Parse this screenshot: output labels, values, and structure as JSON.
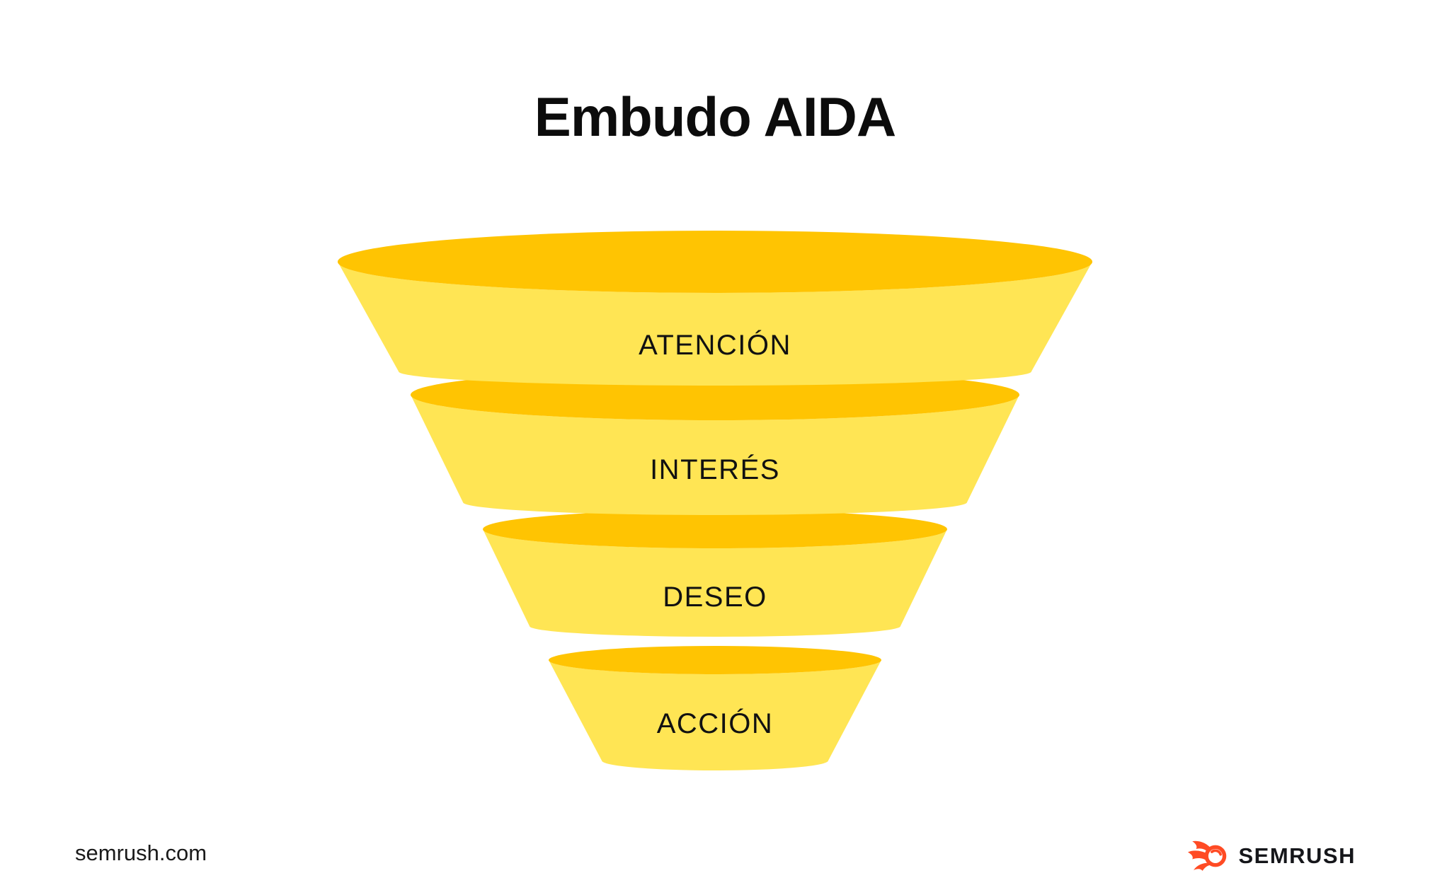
{
  "title": "Embudo AIDA",
  "funnel": {
    "stages": [
      {
        "label": "ATENCIÓN"
      },
      {
        "label": "INTERÉS"
      },
      {
        "label": "DESEO"
      },
      {
        "label": "ACCIÓN"
      }
    ],
    "color_dark": "#ffc402",
    "color_light": "#ffe554",
    "label_color": "#111111"
  },
  "footer": {
    "website": "semrush.com",
    "brand": "SEMRUSH",
    "brand_color": "#ff4b24",
    "brand_text_color": "#15161a"
  }
}
